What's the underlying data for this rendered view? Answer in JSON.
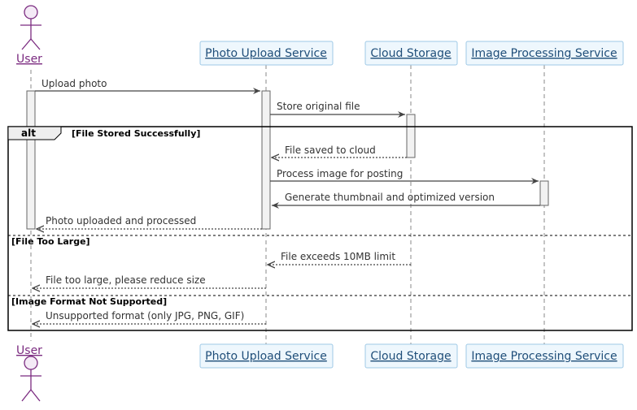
{
  "participants": {
    "user": "User",
    "upload": "Photo Upload Service",
    "storage": "Cloud Storage",
    "processing": "Image Processing Service"
  },
  "fragment": {
    "operator": "alt",
    "guards": [
      "[File Stored Successfully]",
      "[File Too Large]",
      "[Image Format Not Supported]"
    ]
  },
  "messages": [
    "Upload photo",
    "Store original file",
    "File saved to cloud",
    "Process image for posting",
    "Generate thumbnail and optimized version",
    "Photo uploaded and processed",
    "File exceeds 10MB limit",
    "File too large, please reduce size",
    "Unsupported format (only JPG, PNG, GIF)"
  ],
  "colors": {
    "participant_fill": "#eef7fd",
    "participant_border": "#9fc9e6",
    "actor": "#7b2b80",
    "actor_fill": "#f4eaf6",
    "line": "#555555"
  }
}
